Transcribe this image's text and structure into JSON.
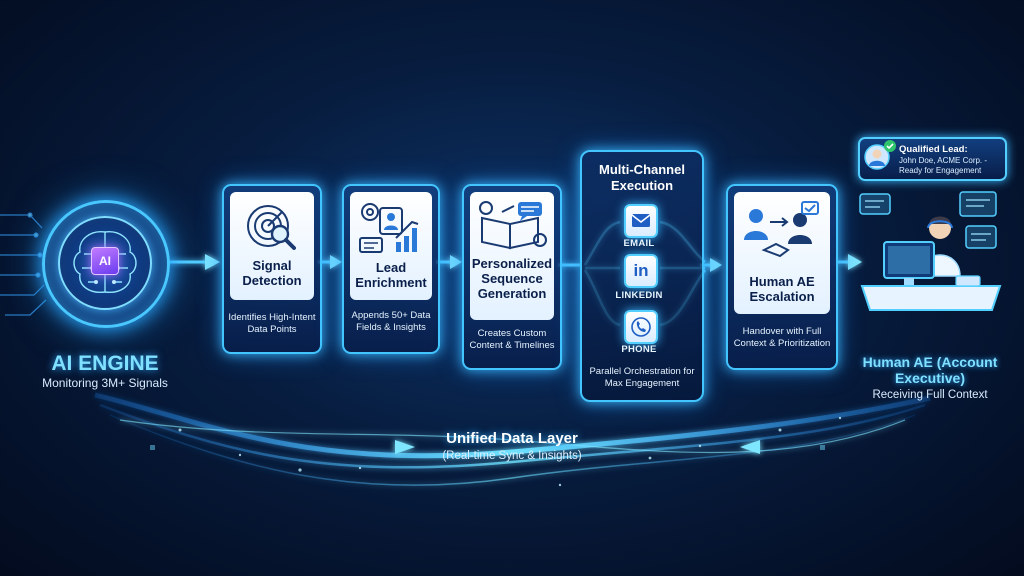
{
  "engine": {
    "chip_label": "AI",
    "title": "AI ENGINE",
    "subtitle": "Monitoring 3M+ Signals"
  },
  "stages": [
    {
      "title": "Signal Detection",
      "description": "Identifies High-Intent Data Points",
      "icon": "radar-magnifier-icon"
    },
    {
      "title": "Lead Enrichment",
      "description": "Appends 50+ Data Fields & Insights",
      "icon": "profile-chart-gear-icon"
    },
    {
      "title": "Personalized Sequence Generation",
      "description": "Creates Custom Content & Timelines",
      "icon": "book-gears-chat-icon"
    },
    {
      "title": "Human AE Escalation",
      "description": "Handover with Full Context & Prioritization",
      "icon": "handshake-people-icon"
    }
  ],
  "multichannel": {
    "title": "Multi-Channel Execution",
    "channels": [
      {
        "label": "EMAIL",
        "icon": "envelope-icon"
      },
      {
        "label": "LINKEDIN",
        "icon": "linkedin-icon",
        "glyph": "in"
      },
      {
        "label": "PHONE",
        "icon": "phone-icon"
      }
    ],
    "footer": "Parallel Orchestration for Max Engagement"
  },
  "human_ae": {
    "title": "Human AE (Account Executive)",
    "subtitle": "Receiving Full Context",
    "lead_card": {
      "heading": "Qualified Lead:",
      "text": "John Doe, ACME Corp. - Ready for Engagement"
    }
  },
  "data_layer": {
    "title": "Unified Data Layer",
    "subtitle": "(Real-time Sync & Insights)"
  },
  "colors": {
    "accent": "#43c6ff",
    "glow": "#2aa8ff",
    "chip": "#8a4cf6",
    "check": "#2ec46d",
    "background": "#071c3e"
  }
}
